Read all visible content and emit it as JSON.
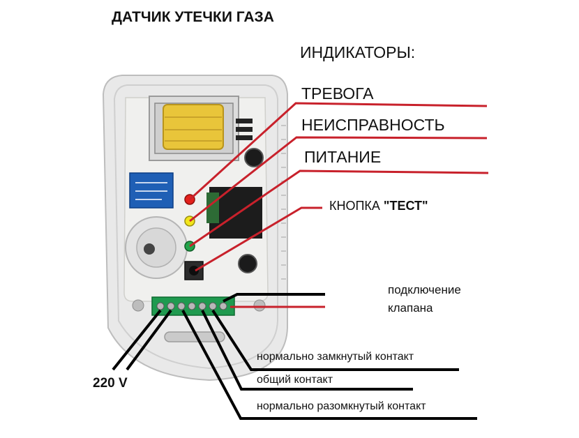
{
  "title": "ДАТЧИК УТЕЧКИ ГАЗА",
  "indicators_heading": "ИНДИКАТОРЫ:",
  "labels": {
    "alarm": "ТРЕВОГА",
    "fault": "НЕИСПРАВНОСТЬ",
    "power": "ПИТАНИЕ",
    "test_prefix": "КНОПКА ",
    "test_name": "\"ТЕСТ\"",
    "valve_line1": "подключение",
    "valve_line2": "клапана",
    "normally_closed": "нормально замкнутый контакт",
    "common": "общий контакт",
    "normally_open": "нормально разомкнутый контакт",
    "voltage": "220 V"
  },
  "colors": {
    "accent_line": "#c8212b",
    "wire": "#000000",
    "housing": "#e9e9e9",
    "pcb": "#f0f0ee",
    "terminal": "#1f9a4f",
    "led_red": "#e3201b",
    "led_yellow": "#f2e51a",
    "led_green": "#23a34a",
    "relay": "#1f5fb5",
    "coil": "#e9c53a"
  }
}
